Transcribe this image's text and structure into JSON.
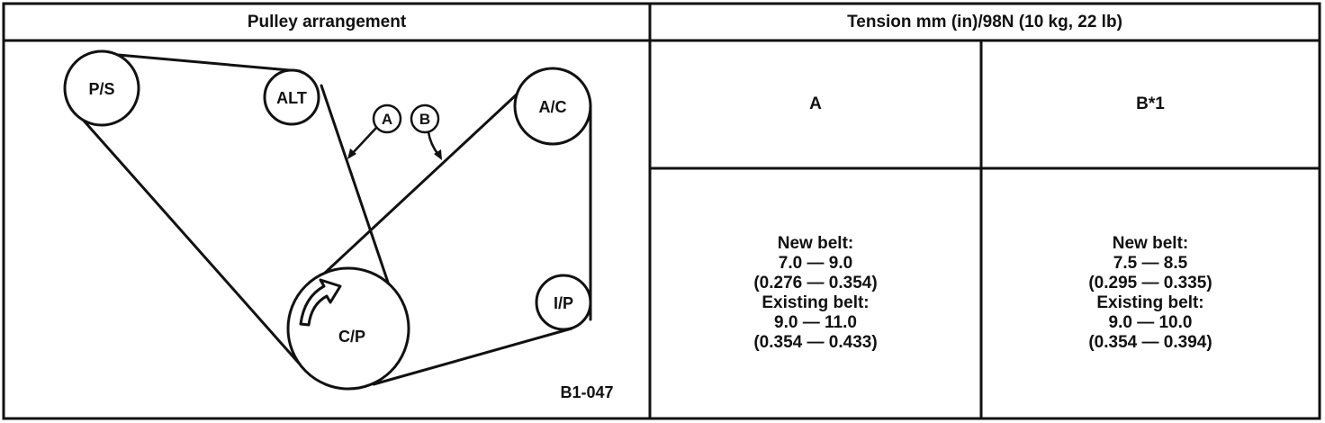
{
  "table": {
    "header_left": "Pulley arrangement",
    "header_right": "Tension mm (in)/98N (10 kg, 22 lb)",
    "col_a": "A",
    "col_b": "B*1",
    "a_values": {
      "new_label": "New belt:",
      "new_range": "7.0 — 9.0",
      "new_range_in": "(0.276 — 0.354)",
      "existing_label": "Existing belt:",
      "existing_range": "9.0 — 11.0",
      "existing_range_in": "(0.354 — 0.433)"
    },
    "b_values": {
      "new_label": "New belt:",
      "new_range": "7.5 — 8.5",
      "new_range_in": "(0.295 — 0.335)",
      "existing_label": "Existing belt:",
      "existing_range": "9.0 — 10.0",
      "existing_range_in": "(0.354 — 0.394)"
    }
  },
  "diagram": {
    "pulleys": {
      "ps": "P/S",
      "alt": "ALT",
      "ac": "A/C",
      "ip": "I/P",
      "cp": "C/P"
    },
    "belt_markers": {
      "a": "A",
      "b": "B"
    },
    "figure_code": "B1-047"
  }
}
